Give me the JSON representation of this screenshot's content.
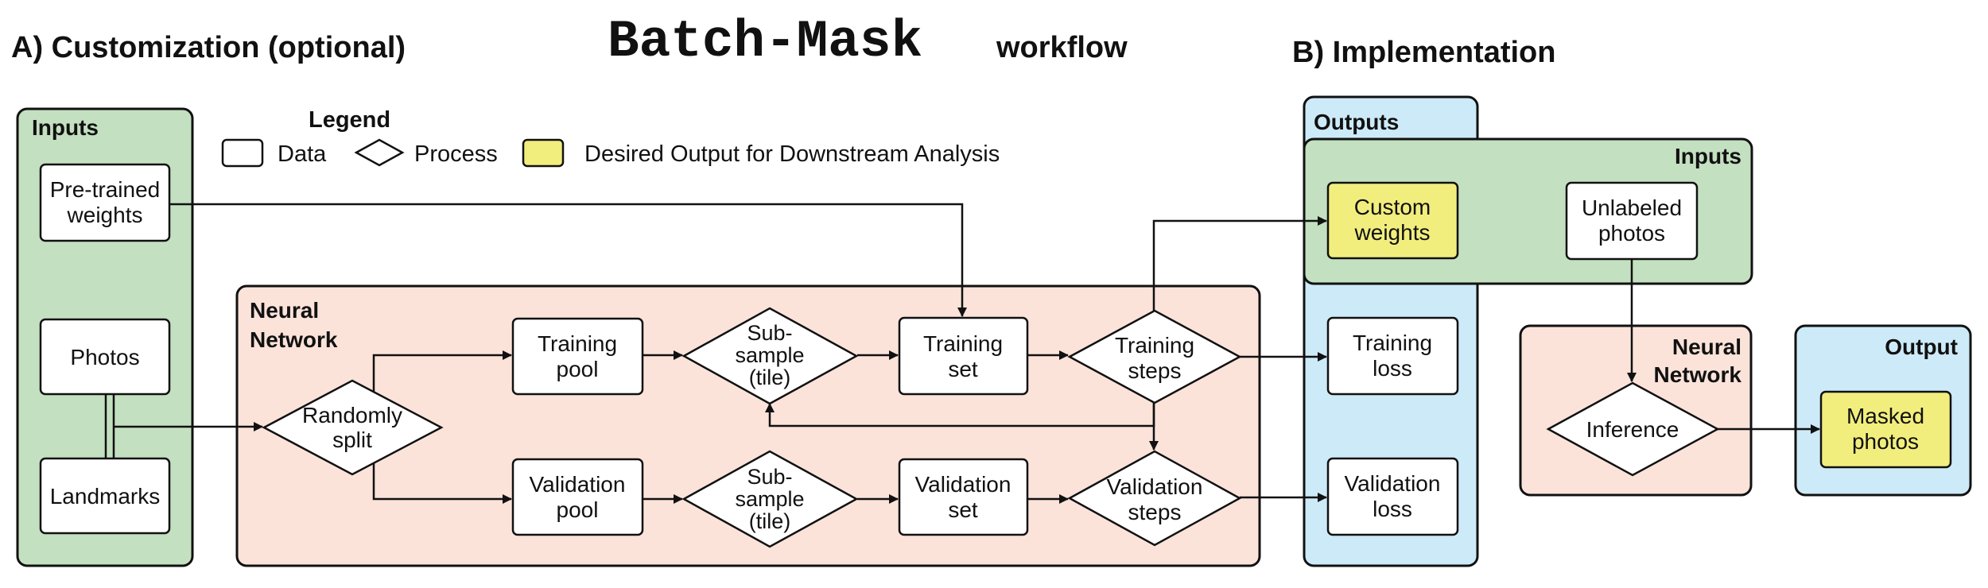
{
  "headers": {
    "section_a": "A) Customization (optional)",
    "title_main": "Batch-Mask",
    "title_suffix": "workflow",
    "section_b": "B) Implementation"
  },
  "legend": {
    "title": "Legend",
    "data_label": "Data",
    "process_label": "Process",
    "output_label": "Desired Output for Downstream Analysis"
  },
  "colors": {
    "input_green": "#c3e0c0",
    "network_peach": "#fbe3da",
    "output_blue": "#cdeaf8",
    "highlight_yellow": "#f2ee7e",
    "stroke": "#111111"
  },
  "panel_a": {
    "inputs": {
      "label": "Inputs",
      "pretrained": [
        "Pre-trained",
        "weights"
      ],
      "photos": [
        "Photos"
      ],
      "landmarks": [
        "Landmarks"
      ]
    },
    "neural_network": {
      "label": [
        "Neural",
        "Network"
      ],
      "randomly_split": [
        "Randomly",
        "split"
      ],
      "training_pool": [
        "Training",
        "pool"
      ],
      "validation_pool": [
        "Validation",
        "pool"
      ],
      "subsample_train": [
        "Sub-",
        "sample",
        "(tile)"
      ],
      "subsample_val": [
        "Sub-",
        "sample",
        "(tile)"
      ],
      "training_set": [
        "Training",
        "set"
      ],
      "validation_set": [
        "Validation",
        "set"
      ],
      "training_steps": [
        "Training",
        "steps"
      ],
      "validation_steps": [
        "Validation",
        "steps"
      ]
    },
    "outputs": {
      "label": "Outputs",
      "custom_weights": [
        "Custom",
        "weights"
      ],
      "training_loss": [
        "Training",
        "loss"
      ],
      "validation_loss": [
        "Validation",
        "loss"
      ]
    }
  },
  "panel_b": {
    "inputs": {
      "label": "Inputs",
      "unlabeled_photos": [
        "Unlabeled",
        "photos"
      ]
    },
    "neural_network": {
      "label": [
        "Neural",
        "Network"
      ],
      "inference": [
        "Inference"
      ]
    },
    "output": {
      "label": "Output",
      "masked_photos": [
        "Masked",
        "photos"
      ]
    }
  }
}
